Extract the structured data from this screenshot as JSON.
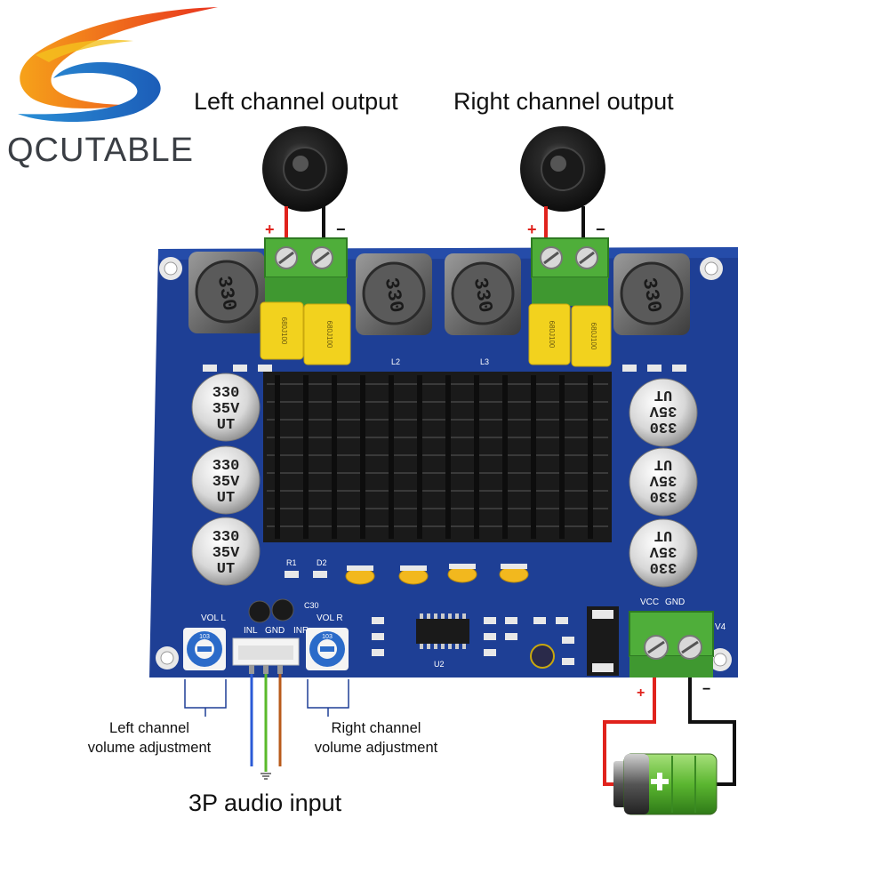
{
  "brand": {
    "name": "QCUTABLE"
  },
  "labels": {
    "left_output": "Left channel output",
    "right_output": "Right channel output",
    "left_volume_line1": "Left channel",
    "left_volume_line2": "volume adjustment",
    "right_volume_line1": "Right channel",
    "right_volume_line2": "volume adjustment",
    "audio_input": "3P audio input"
  },
  "polarity": {
    "plus": "+",
    "minus": "−"
  },
  "board": {
    "inductor_code": "330",
    "cap_value_line1": "330",
    "cap_value_line2": "35V",
    "cap_value_line3": "UT",
    "film_cap_text": "680J100",
    "silk": {
      "vol_l": "VOL L",
      "vol_r": "VOL R",
      "inl": "INL",
      "gnd": "GND",
      "inr": "INR",
      "vcc": "VCC",
      "gnd_power": "GND",
      "c30": "C30",
      "u2": "U2",
      "l2": "L2",
      "l3": "L3",
      "v4": "V4",
      "r1": "R1",
      "d2": "D2",
      "pot_code": "103"
    }
  },
  "colors": {
    "pcb": "#1e3f95",
    "heatsink": "#1a1a1a",
    "terminal": "#4fae3a",
    "film_cap": "#f2d21e",
    "wire_red": "#e0221c",
    "wire_black": "#111111",
    "battery_green": "#69c23a"
  }
}
